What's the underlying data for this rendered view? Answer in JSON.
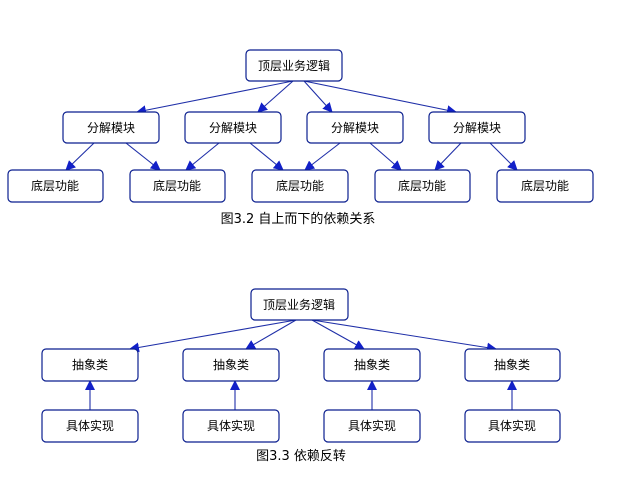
{
  "diagram1": {
    "top": "顶层业务逻辑",
    "middle": [
      "分解模块",
      "分解模块",
      "分解模块",
      "分解模块"
    ],
    "bottom": [
      "底层功能",
      "底层功能",
      "底层功能",
      "底层功能",
      "底层功能"
    ],
    "caption": "图3.2 自上而下的依赖关系"
  },
  "diagram2": {
    "top": "顶层业务逻辑",
    "middle": [
      "抽象类",
      "抽象类",
      "抽象类",
      "抽象类"
    ],
    "bottom": [
      "具体实现",
      "具体实现",
      "具体实现",
      "具体实现"
    ],
    "caption": "图3.3 依赖反转"
  },
  "colors": {
    "stroke": "#0b1f8f",
    "arrow": "#1220c8"
  }
}
